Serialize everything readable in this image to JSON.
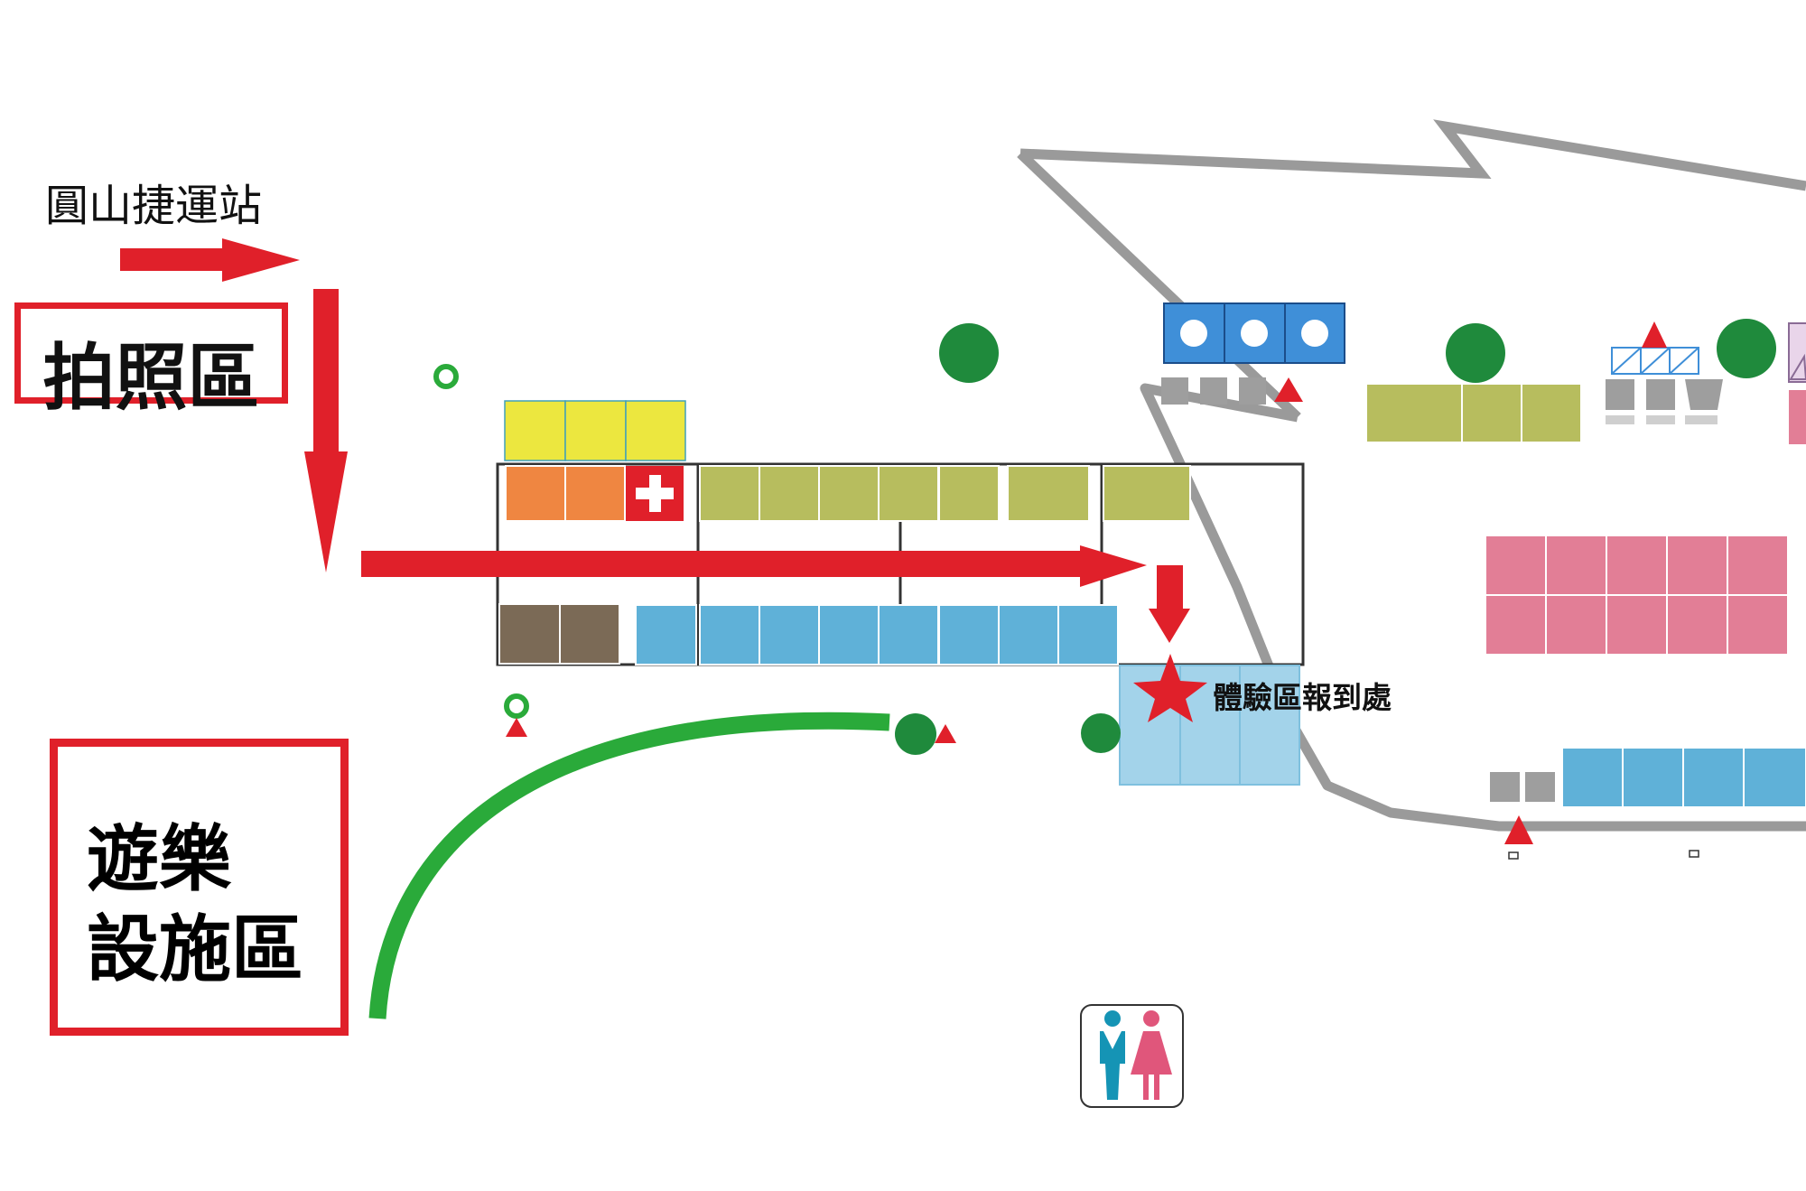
{
  "labels": {
    "station": "圓山捷運站",
    "photo_area": "拍照區",
    "play_area_line1": "遊樂",
    "play_area_line2": "設施區",
    "checkin": "體驗區報到處"
  },
  "icons": {
    "first_aid": "first-aid-cross-icon",
    "checkin_marker": "star-icon",
    "restroom": "restroom-icon",
    "tree": "tree-icon",
    "warning": "triangle-marker-icon"
  },
  "colors": {
    "arrow_red": "#e0202a",
    "path_green": "#2aaa3a",
    "tree_green": "#1f8a3c",
    "boundary_gray": "#9a9a9a",
    "stall_yellow": "#ece73f",
    "stall_orange": "#ef8641",
    "stall_olive": "#b7bd5e",
    "stall_blue": "#5fb1d8",
    "stall_light_blue": "#a3d3ea",
    "stall_brown": "#7b6a56",
    "stall_pink": "#e27e96",
    "stall_gray": "#9e9e9e",
    "restroom_male": "#1594b5",
    "restroom_female": "#e0567b"
  }
}
